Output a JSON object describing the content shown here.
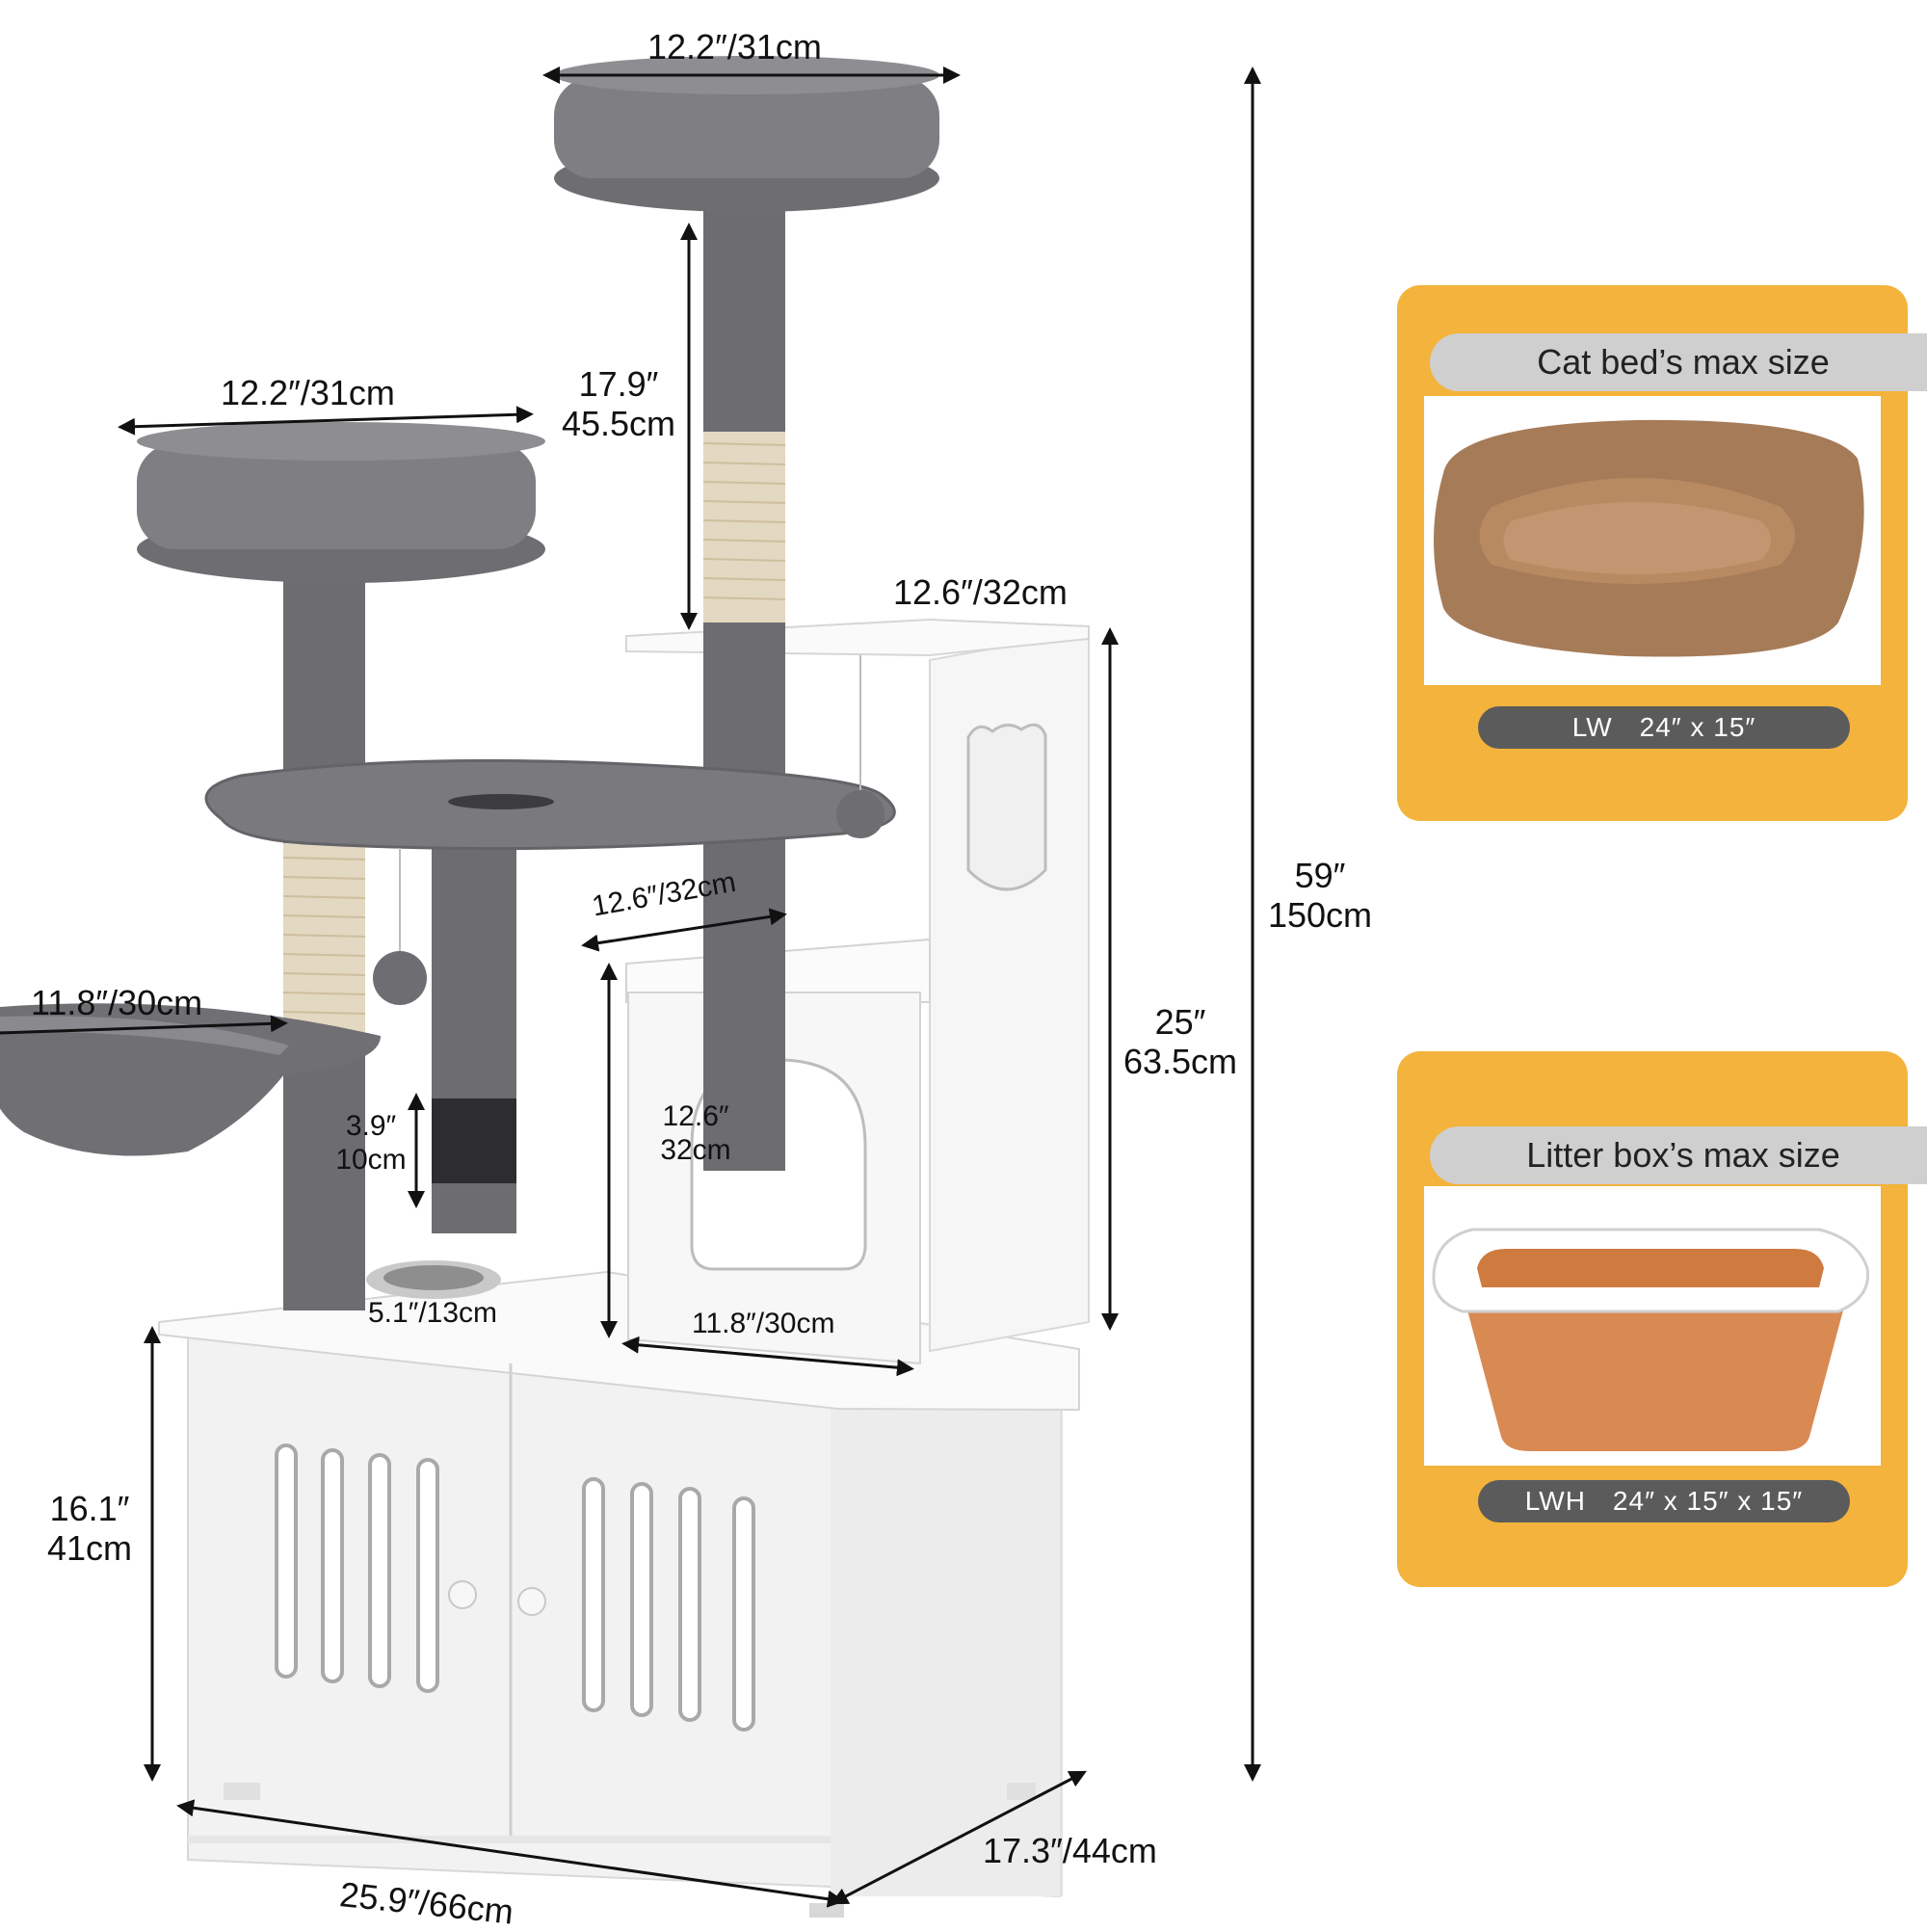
{
  "dimensions": {
    "top_bed_width": "12.2″/31cm",
    "mid_bed_width": "12.2″/31cm",
    "top_post_height_in": "17.9″",
    "top_post_height_cm": "45.5cm",
    "shelf_width": "12.6″/32cm",
    "condo_depth": "12.6″/32cm",
    "hammock_width": "11.8″/30cm",
    "brush_height_in": "3.9″",
    "brush_height_cm": "10cm",
    "condo_height_in": "12.6″",
    "condo_height_cm": "32cm",
    "bowl_diameter": "5.1″/13cm",
    "condo_width": "11.8″/30cm",
    "upper_height_in": "25″",
    "upper_height_cm": "63.5cm",
    "total_height_in": "59″",
    "total_height_cm": "150cm",
    "cabinet_height_in": "16.1″",
    "cabinet_height_cm": "41cm",
    "cabinet_width": "25.9″/66cm",
    "cabinet_depth": "17.3″/44cm"
  },
  "cards": {
    "bed": {
      "title": "Cat bed’s max size",
      "label": "LW",
      "size": "24″ x 15″"
    },
    "litter": {
      "title": "Litter box’s max size",
      "label": "LWH",
      "size": "24″ x 15″ x 15″"
    }
  },
  "colors": {
    "plush": "#7d7d80",
    "plush_dark": "#5f5f63",
    "sisal": "#e6dcc6",
    "cabinet": "#f4f4f4",
    "card_bg": "#f3b33c",
    "pill": "#5b5b5b",
    "bed": "#9c7452",
    "litter_tray": "#d98a52"
  }
}
